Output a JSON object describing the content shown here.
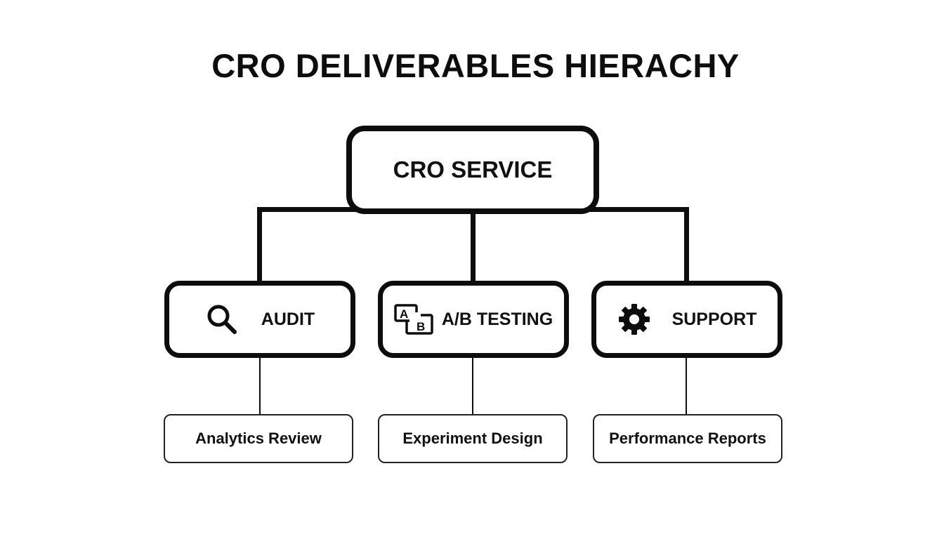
{
  "title": "CRO DELIVERABLES HIERACHY",
  "root": {
    "label": "CRO SERVICE"
  },
  "categories": [
    {
      "label": "AUDIT",
      "icon": "search-icon",
      "child": "Analytics Review"
    },
    {
      "label": "A/B TESTING",
      "icon": "ab-testing-icon",
      "child": "Experiment Design"
    },
    {
      "label": "SUPPORT",
      "icon": "gear-icon",
      "child": "Performance Reports"
    }
  ],
  "icon_text": {
    "a": "A",
    "b": "B"
  },
  "colors": {
    "stroke": "#0d0d0d",
    "background": "#ffffff",
    "text": "#111111"
  }
}
